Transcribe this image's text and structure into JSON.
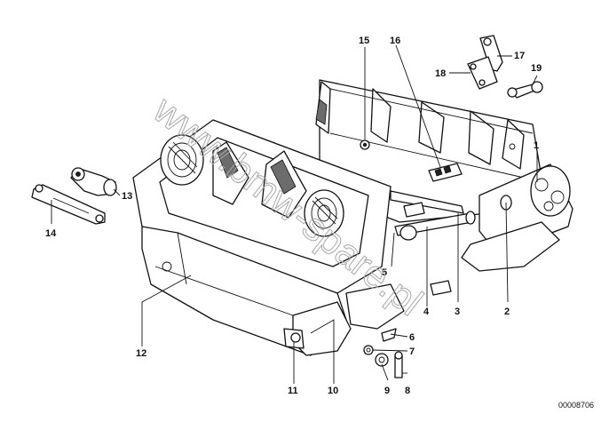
{
  "watermark": "www.bmw-spare.pl",
  "document_number": "00008706",
  "callouts": {
    "c1": "1",
    "c2": "2",
    "c3": "3",
    "c4": "4",
    "c5": "5",
    "c6": "6",
    "c7": "7",
    "c8": "8",
    "c9": "9",
    "c10": "10",
    "c11": "11",
    "c12": "12",
    "c13": "13",
    "c14": "14",
    "c15": "15",
    "c16": "16",
    "c17": "17",
    "c18": "18",
    "c19": "19"
  }
}
